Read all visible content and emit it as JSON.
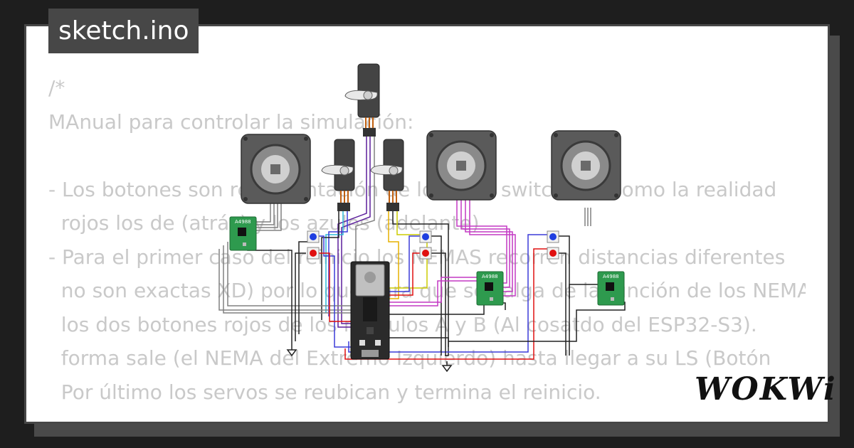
{
  "file_name": "sketch.ino",
  "code_lines": [
    "/*",
    "MAnual para controlar la simulación:",
    "",
    "- Los botones son representación de los limit switch (tal como la realidad",
    "  rojos los de (atrás) y los azules (adelante)",
    "- Para el primer caso del reinicio los NEMAS recorren distancias diferentes",
    "  no son exactas XD) por lo que para que se salga de la función de los NEMAS",
    "  los dos botones rojos de los módulos A y B (Al cosatdo del ESP32-S3).",
    "  forma sale (el NEMA del Extremo Izquierdo) hasta llegar a su LS (Botón",
    "  Por último los servos se reubican y termina el reinicio."
  ],
  "circuit": {
    "driver_label": "A4988",
    "button_colors": [
      "#1f3fe0",
      "#e01010"
    ]
  },
  "brand": "WOKWi",
  "colors": {
    "background": "#1e1e1e",
    "card": "#ffffff",
    "label_bg": "#474747",
    "code_text": "#c9c9c9",
    "driver_green": "#2e9a4e"
  }
}
